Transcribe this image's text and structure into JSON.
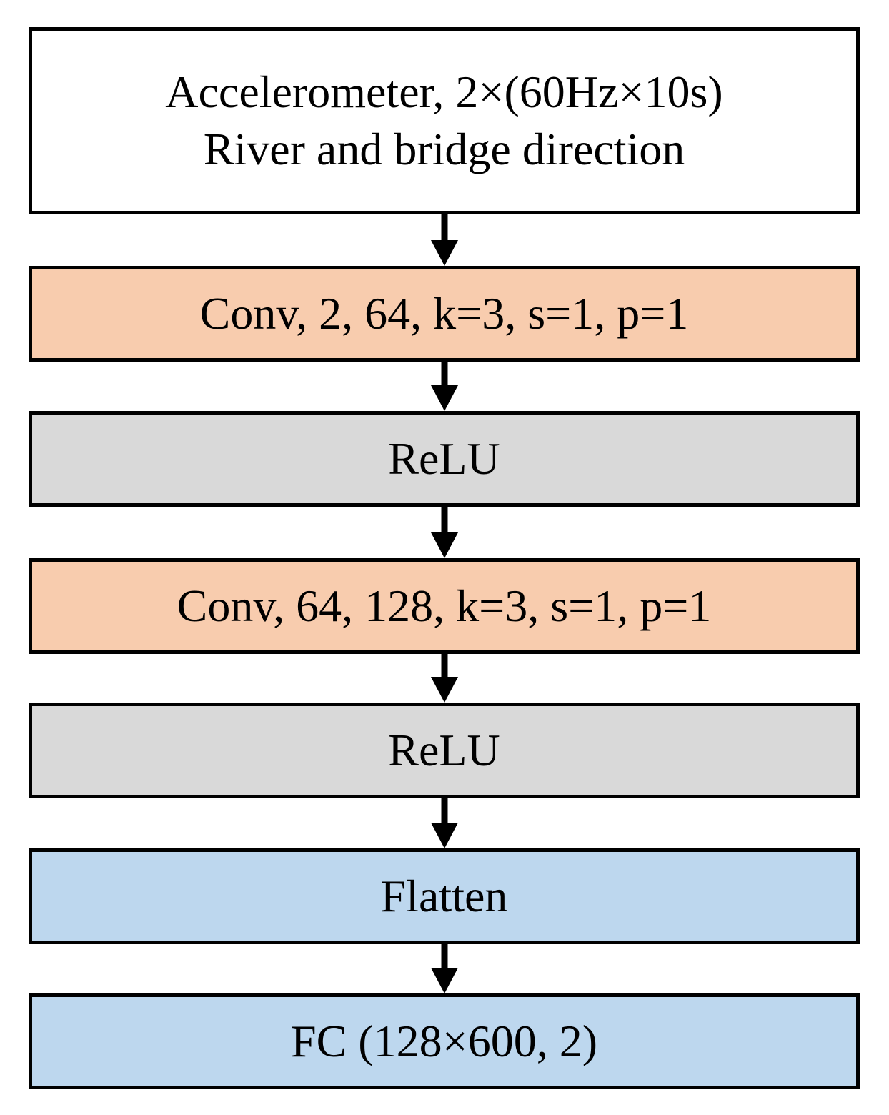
{
  "colors": {
    "input": "#ffffff",
    "conv": "#f8ccae",
    "relu": "#d9d9d9",
    "dense": "#bdd7ee",
    "border": "#000000",
    "arrow": "#000000"
  },
  "blocks": [
    {
      "kind": "input",
      "lines": [
        "Accelerometer, 2×(60Hz×10s)",
        "River and bridge direction"
      ]
    },
    {
      "kind": "conv",
      "lines": [
        "Conv, 2, 64, k=3, s=1, p=1"
      ]
    },
    {
      "kind": "relu",
      "lines": [
        "ReLU"
      ]
    },
    {
      "kind": "conv",
      "lines": [
        "Conv, 64, 128, k=3, s=1, p=1"
      ]
    },
    {
      "kind": "relu",
      "lines": [
        "ReLU"
      ]
    },
    {
      "kind": "dense",
      "lines": [
        "Flatten"
      ]
    },
    {
      "kind": "dense",
      "lines": [
        "FC (128×600, 2)"
      ]
    }
  ]
}
